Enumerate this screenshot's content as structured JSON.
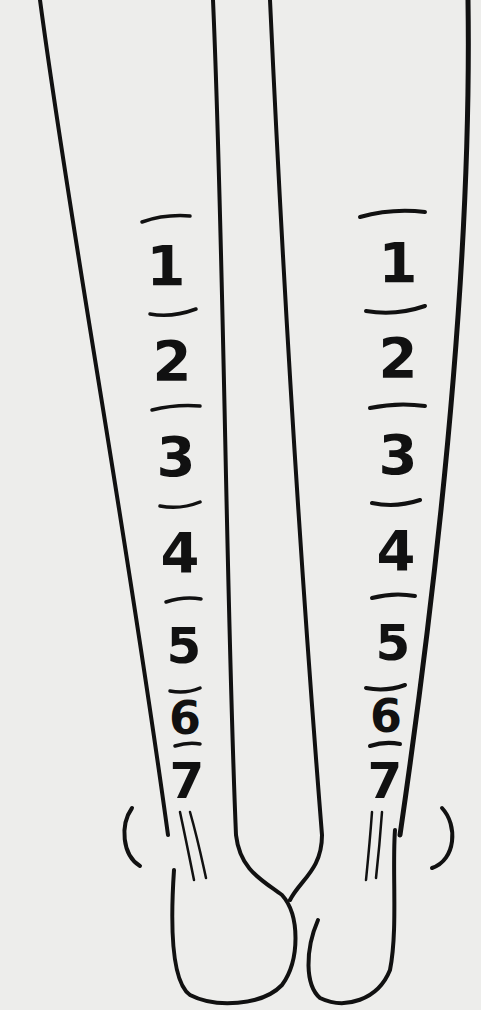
{
  "diagram": {
    "labels": [
      "1",
      "2",
      "3",
      "4",
      "5",
      "6",
      "7",
      "1",
      "2",
      "3",
      "4",
      "5",
      "6",
      "7"
    ]
  }
}
